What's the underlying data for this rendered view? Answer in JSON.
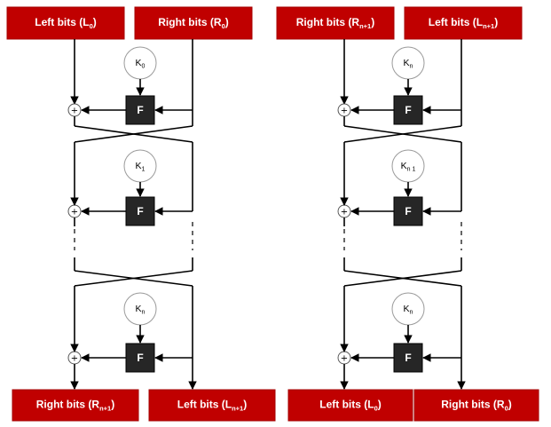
{
  "left_network": {
    "inputs": {
      "left": {
        "text": "Left bits (L",
        "sub": "0",
        "close": ")"
      },
      "right": {
        "text": "Right bits (R",
        "sub": "0",
        "close": ")"
      }
    },
    "keys": [
      {
        "base": "K",
        "sub": "0"
      },
      {
        "base": "K",
        "sub": "1"
      },
      {
        "base": "K",
        "sub": "n"
      }
    ],
    "function_label": "F",
    "xor_symbol": "+",
    "outputs": {
      "left": {
        "text": "Right bits (R",
        "sub": "n+1",
        "close": ")"
      },
      "right": {
        "text": "Left bits (L",
        "sub": "n+1",
        "close": ")"
      }
    }
  },
  "right_network": {
    "inputs": {
      "left": {
        "text": "Right bits (R",
        "sub": "n+1",
        "close": ")"
      },
      "right": {
        "text": "Left bits (L",
        "sub": "n+1",
        "close": ")"
      }
    },
    "keys": [
      {
        "base": "K",
        "sub": "n"
      },
      {
        "base": "K",
        "sub": "n 1"
      },
      {
        "base": "K",
        "sub": "n"
      }
    ],
    "function_label": "F",
    "xor_symbol": "+",
    "outputs": {
      "left": {
        "text": "Left bits (L",
        "sub": "0",
        "close": ")"
      },
      "right": {
        "text": "Right bits (R",
        "sub": "0",
        "close": ")"
      }
    }
  },
  "colors": {
    "box_fill": "#c00000",
    "function_fill": "#262626",
    "line": "#000000"
  },
  "icons": {
    "xor": "xor-circle-icon",
    "key": "key-circle-node",
    "function": "f-function-box"
  }
}
